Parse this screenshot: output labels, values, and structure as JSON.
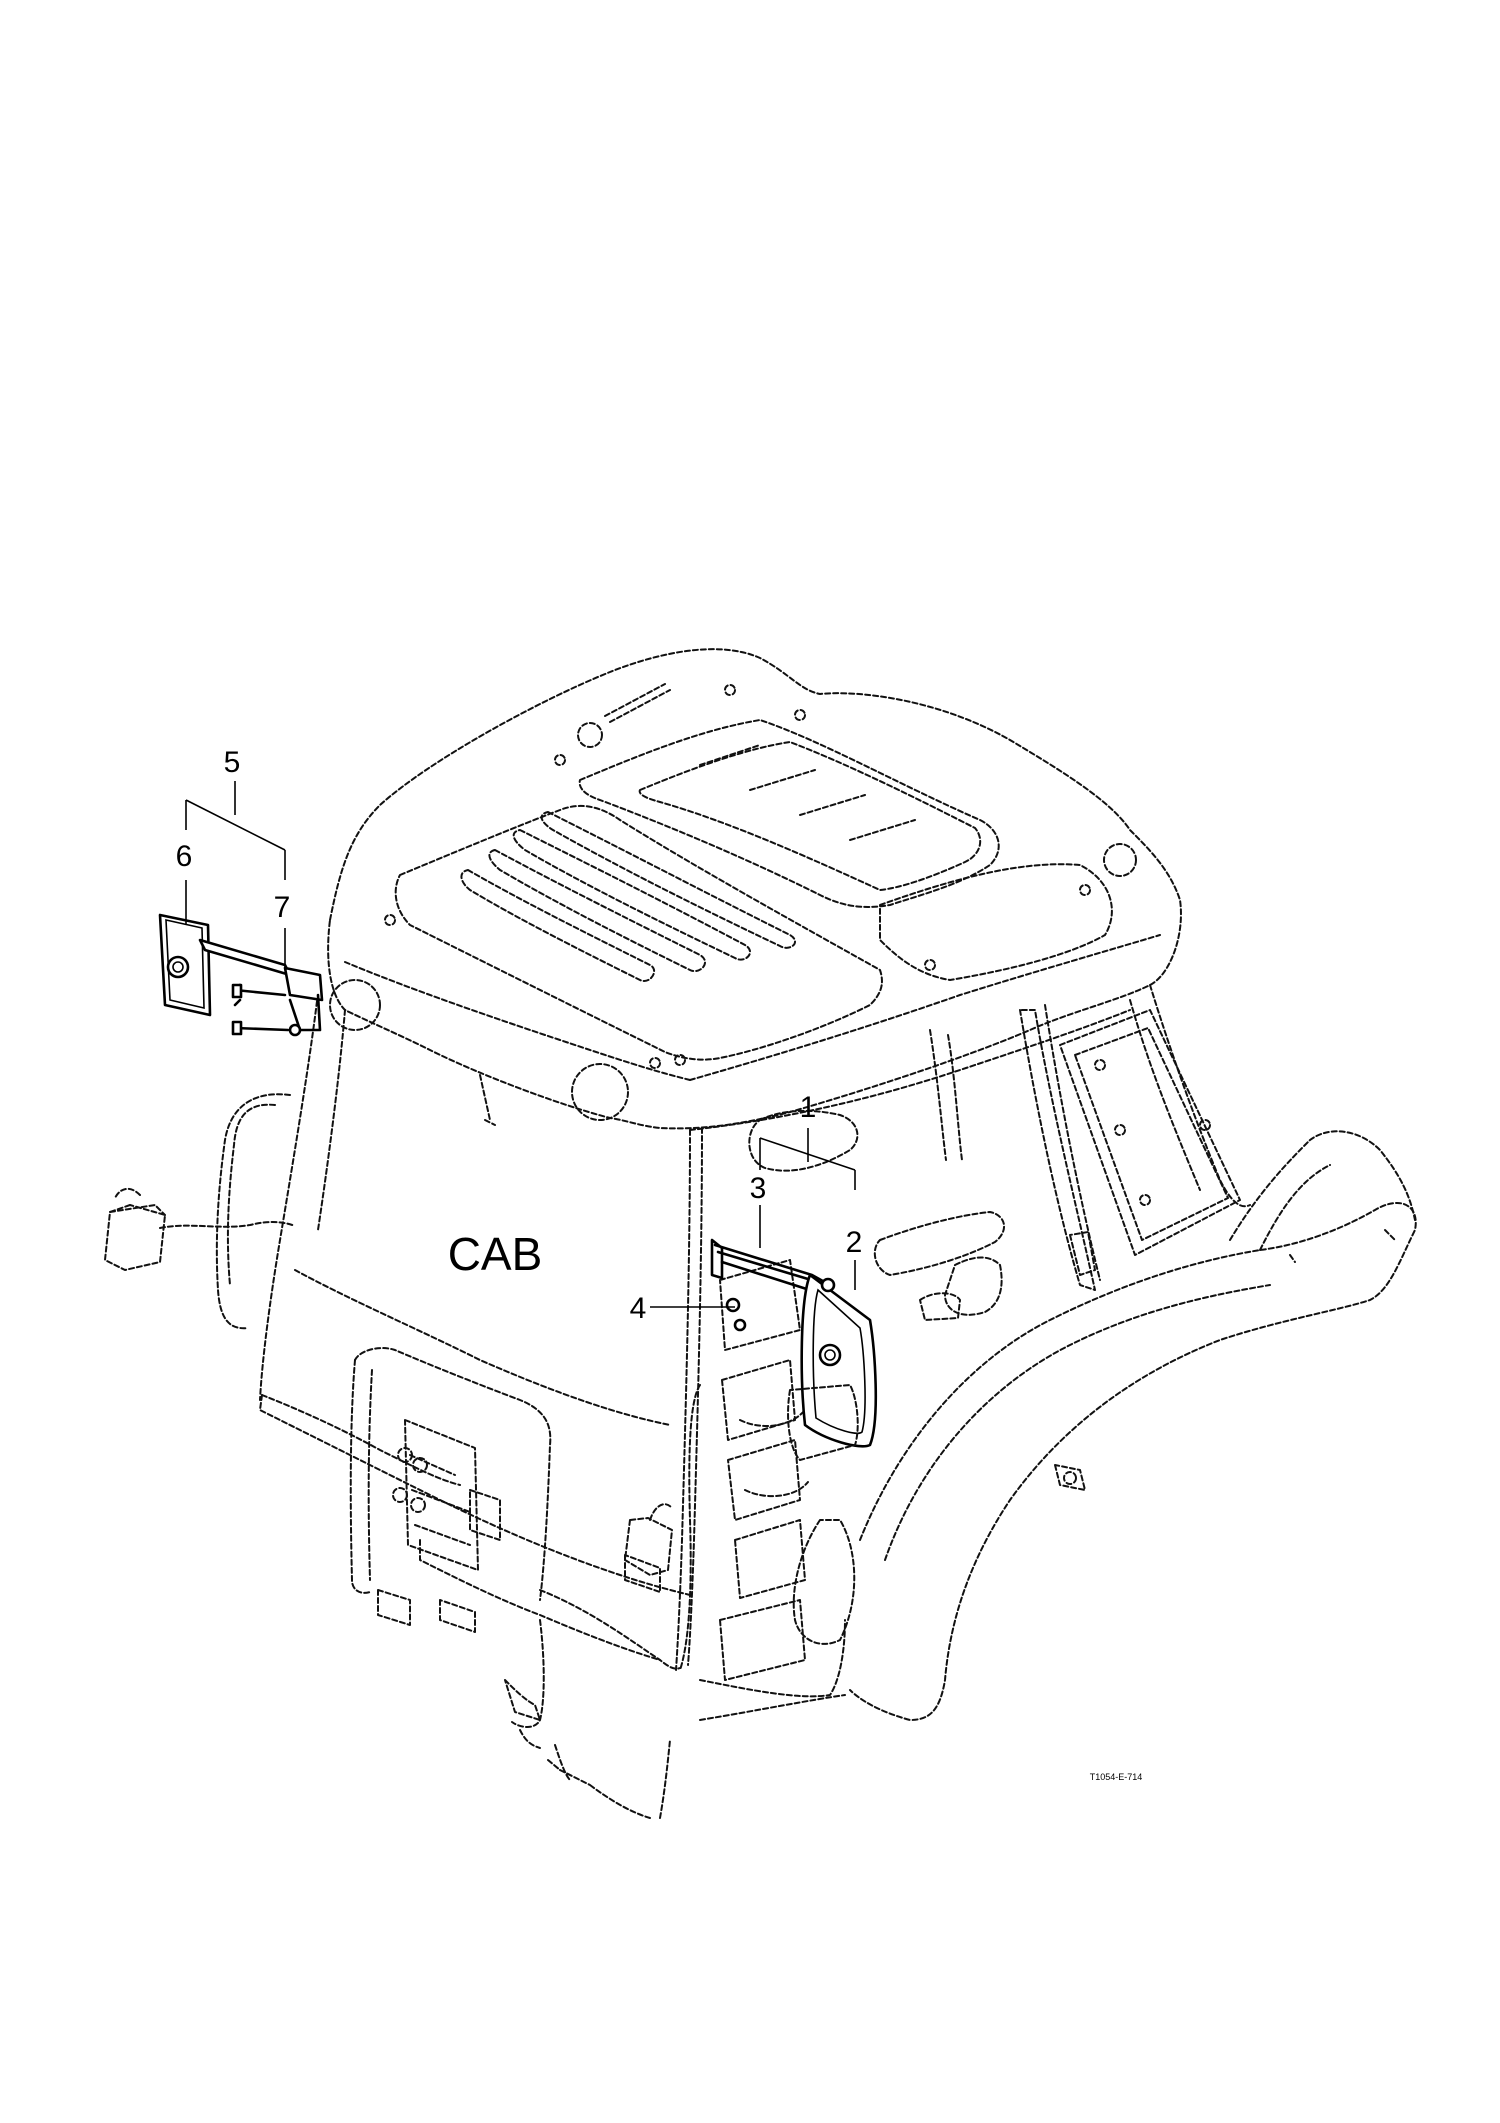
{
  "diagram": {
    "main_label": "CAB",
    "callouts": [
      "1",
      "2",
      "3",
      "4",
      "5",
      "6",
      "7"
    ],
    "reference_code": "T1054-E-714"
  }
}
